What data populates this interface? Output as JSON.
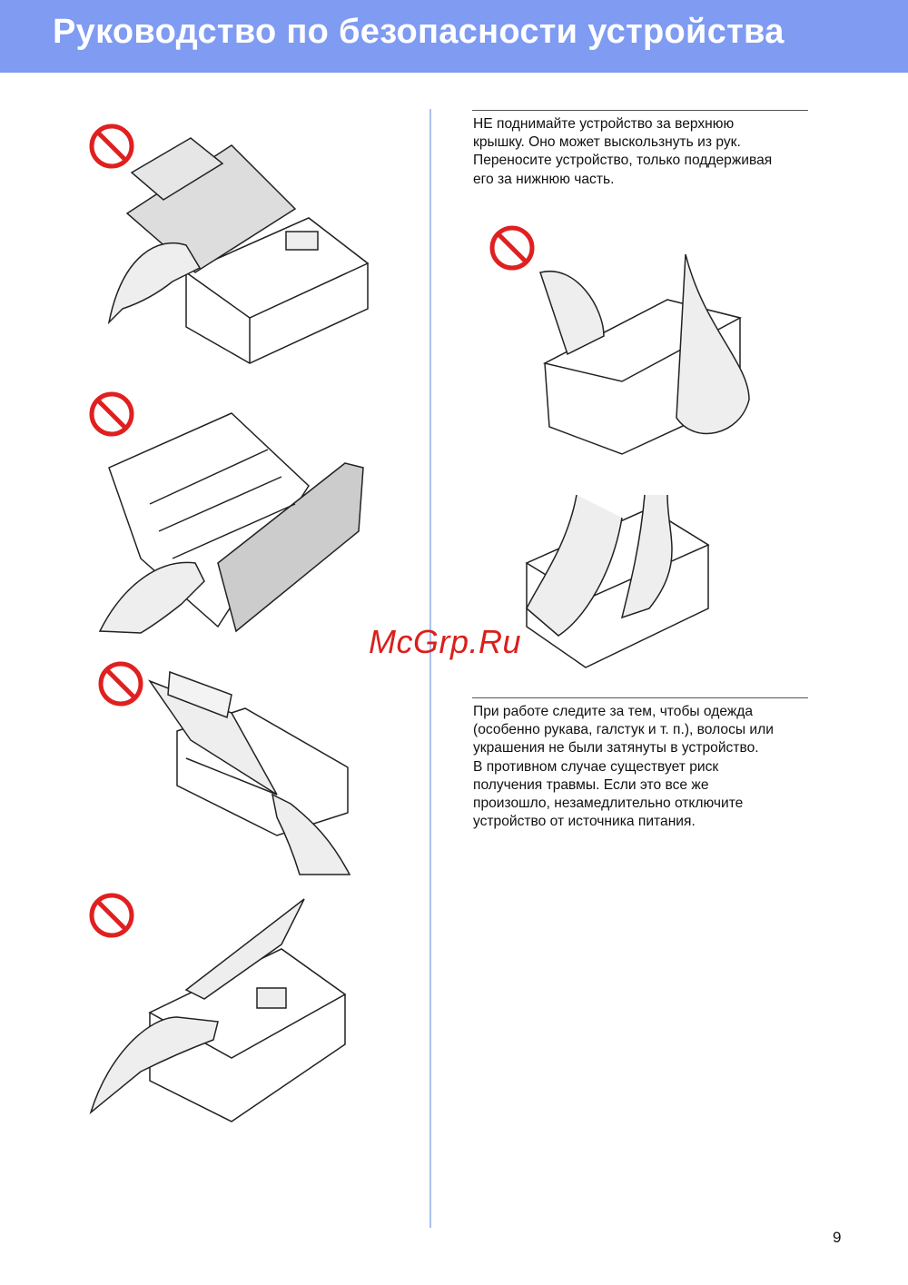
{
  "header": {
    "title": "Руководство по безопасности устройства"
  },
  "warnings": [
    {
      "lines": [
        "НЕ поднимайте устройство за верхнюю",
        "крышку. Оно может выскользнуть из рук.",
        "Переносите устройство, только поддерживая",
        "его за нижнюю часть."
      ]
    },
    {
      "lines": [
        "При работе следите за тем, чтобы одежда",
        "(особенно рукава, галстук и т. п.), волосы или",
        "украшения не были затянуты в устройство.",
        "В противном случае существует риск",
        "получения травмы. Если это все же",
        "произошло, незамедлительно отключите",
        "устройство от источника питания."
      ]
    }
  ],
  "watermark": "McGrp.Ru",
  "page_number": "9",
  "colors": {
    "header": "#7f9bf2",
    "prohibited": "#e02020",
    "divider": "#a9c0ec"
  }
}
